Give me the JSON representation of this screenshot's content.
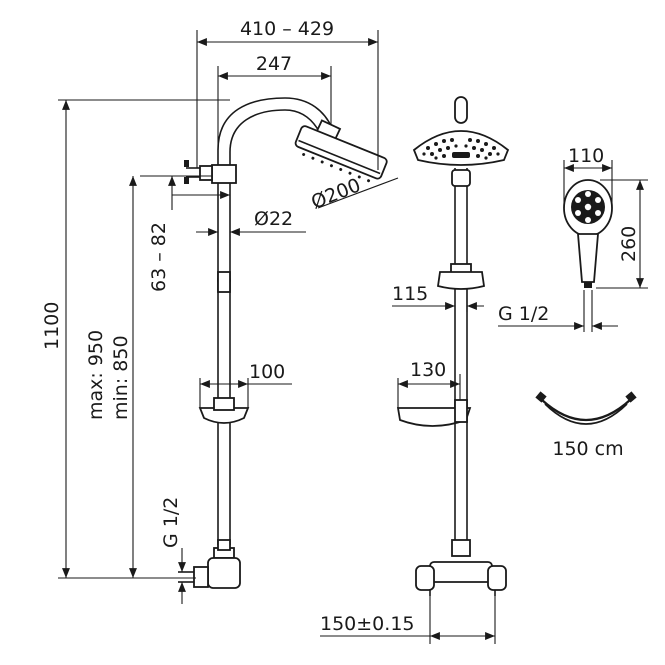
{
  "dimensions": {
    "d_410_429": "410 – 429",
    "d_247": "247",
    "d_200": "Ø200",
    "d_22": "Ø22",
    "d_63_82": "63 – 82",
    "d_1100": "1100",
    "d_max_950": "max: 950",
    "d_min_850": "min: 850",
    "d_100": "100",
    "d_g12_left": "G 1/2",
    "d_115": "115",
    "d_g12_right": "G 1/2",
    "d_130": "130",
    "d_150": "150±0.15",
    "d_110": "110",
    "d_260": "260",
    "d_150cm": "150 cm"
  }
}
